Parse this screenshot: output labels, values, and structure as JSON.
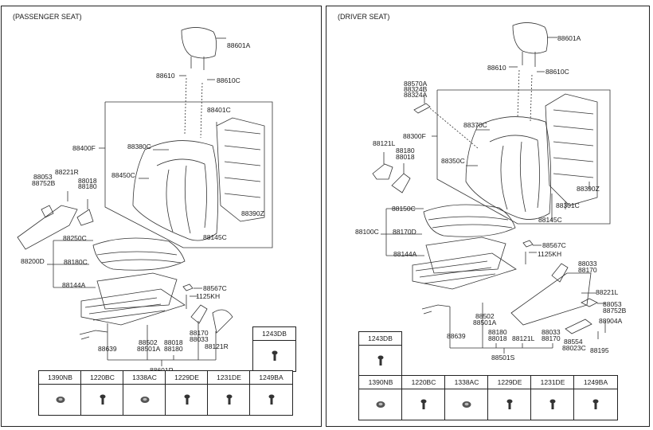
{
  "panels": [
    {
      "title": "(PASSENGER SEAT)",
      "labels": {
        "headrest": "88601A",
        "guide_l": "88610",
        "guide_r": "88610C",
        "frame_cover": "88401C",
        "back_assy": "88400F",
        "back_cover": "88380C",
        "back_pad_hook": "88450C",
        "shield_knob_a": "88053",
        "shield_knob_b": "88752B",
        "shield": "88221R",
        "lever_a": "88018",
        "lever_b": "88180",
        "back_frame": "88390Z",
        "back_pad": "88145C",
        "cushion_cover": "88250C",
        "cushion_assy": "88200D",
        "cushion_pad": "88180C",
        "cushion_panel": "88144A",
        "clip": "88567C",
        "bolt": "1125KH",
        "hinge_a": "88170",
        "hinge_b": "88033",
        "cover": "88121R",
        "track_a": "88502",
        "track_b": "88501A",
        "rec_a": "88018",
        "rec_b": "88180",
        "harness": "88639",
        "track_assy": "88601R"
      },
      "fasteners_top": [
        {
          "code": "1243DB",
          "icon": "screw-icon"
        }
      ],
      "fasteners": [
        {
          "code": "1390NB",
          "icon": "nut-icon"
        },
        {
          "code": "1220BC",
          "icon": "screw-icon"
        },
        {
          "code": "1338AC",
          "icon": "nut-icon"
        },
        {
          "code": "1229DE",
          "icon": "screw-icon"
        },
        {
          "code": "1231DE",
          "icon": "screw-icon"
        },
        {
          "code": "1249BA",
          "icon": "screw-icon"
        }
      ]
    },
    {
      "title": "(DRIVER SEAT)",
      "labels": {
        "headrest": "88601A",
        "guide_l": "88610",
        "guide_r": "88610C",
        "lumbar_a": "88570A",
        "lumbar_b": "88324B",
        "lumbar_c": "88324A",
        "back_cover": "88370C",
        "back_assy": "88300F",
        "cover_l": "88121L",
        "lever_a": "88180",
        "lever_b": "88018",
        "back_pad_hook": "88350C",
        "back_frame": "88390Z",
        "frame_cover": "88301C",
        "back_pad": "88145C",
        "cushion_cover": "88150C",
        "cushion_assy": "88100C",
        "cushion_pad": "88170D",
        "cushion_panel": "88144A",
        "clip": "88567C",
        "bolt": "1125KH",
        "hinge_a": "88033",
        "hinge_b": "88170",
        "shield": "88221L",
        "knob_a": "88053",
        "knob_b": "88752B",
        "cap": "88904A",
        "track_a": "88502",
        "track_b": "88501A",
        "handle_a": "88554",
        "handle_b": "88023C",
        "screw": "88195",
        "harness": "88639",
        "rec_a": "88180",
        "rec_b": "88018",
        "rec_cover": "88121L",
        "hinge2_a": "88033",
        "hinge2_b": "88170",
        "track_assy": "88501S"
      },
      "fasteners_top": [
        {
          "code": "1243DB",
          "icon": "screw-icon"
        }
      ],
      "fasteners": [
        {
          "code": "1390NB",
          "icon": "nut-icon"
        },
        {
          "code": "1220BC",
          "icon": "screw-icon"
        },
        {
          "code": "1338AC",
          "icon": "nut-icon"
        },
        {
          "code": "1229DE",
          "icon": "screw-icon"
        },
        {
          "code": "1231DE",
          "icon": "screw-icon"
        },
        {
          "code": "1249BA",
          "icon": "screw-icon"
        }
      ]
    }
  ]
}
